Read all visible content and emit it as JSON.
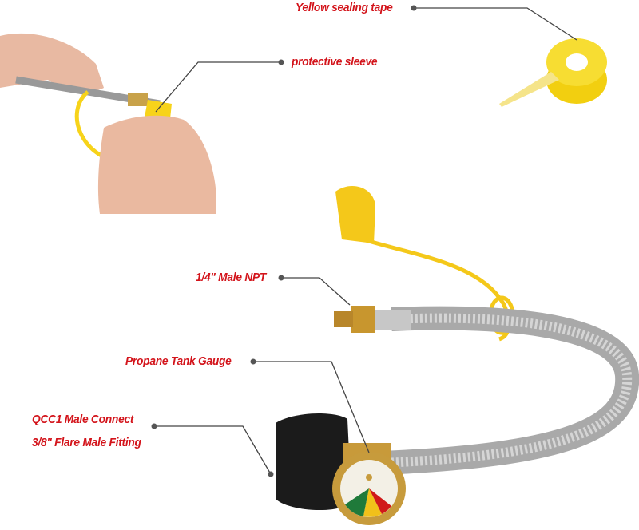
{
  "labels": {
    "tape": "Yellow sealing tape",
    "sleeve": "protective sleeve",
    "npt": "1/4\" Male NPT",
    "gauge": "Propane Tank Gauge",
    "qcc1_line1": "QCC1 Male Connect",
    "qcc1_line2": "3/8\" Flare Male Fitting"
  },
  "colors": {
    "label": "#d3141b",
    "yellow": "#f7d31a",
    "callout_line": "#444444"
  }
}
